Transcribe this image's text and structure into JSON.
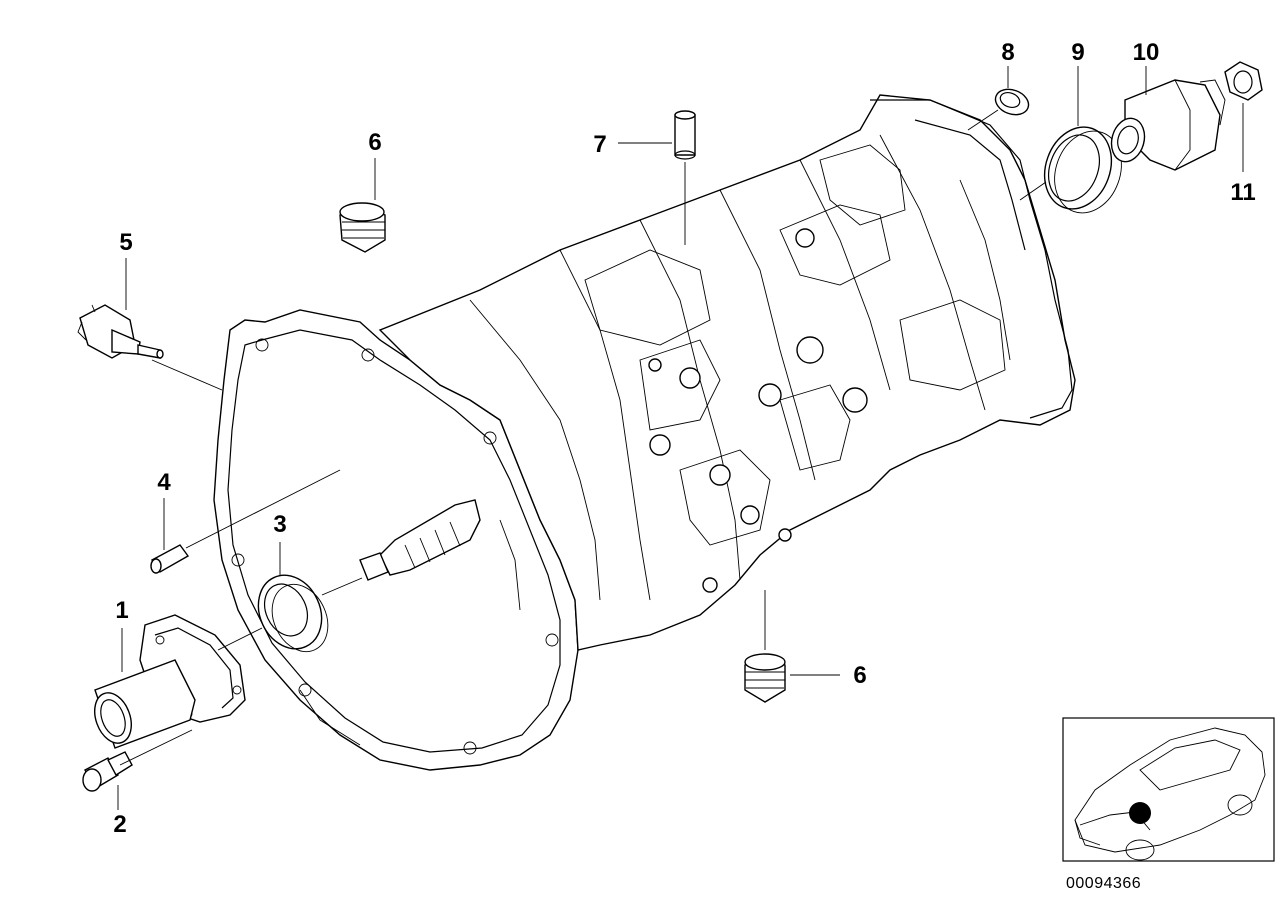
{
  "diagram": {
    "parts": [
      {
        "id": "part-1",
        "label": "1"
      },
      {
        "id": "part-2",
        "label": "2"
      },
      {
        "id": "part-3",
        "label": "3"
      },
      {
        "id": "part-4",
        "label": "4"
      },
      {
        "id": "part-5",
        "label": "5"
      },
      {
        "id": "part-6a",
        "label": "6"
      },
      {
        "id": "part-6b",
        "label": "6"
      },
      {
        "id": "part-7",
        "label": "7"
      },
      {
        "id": "part-8",
        "label": "8"
      },
      {
        "id": "part-9",
        "label": "9"
      },
      {
        "id": "part-10",
        "label": "10"
      },
      {
        "id": "part-11",
        "label": "11"
      }
    ],
    "diagram_number": "00094366"
  }
}
